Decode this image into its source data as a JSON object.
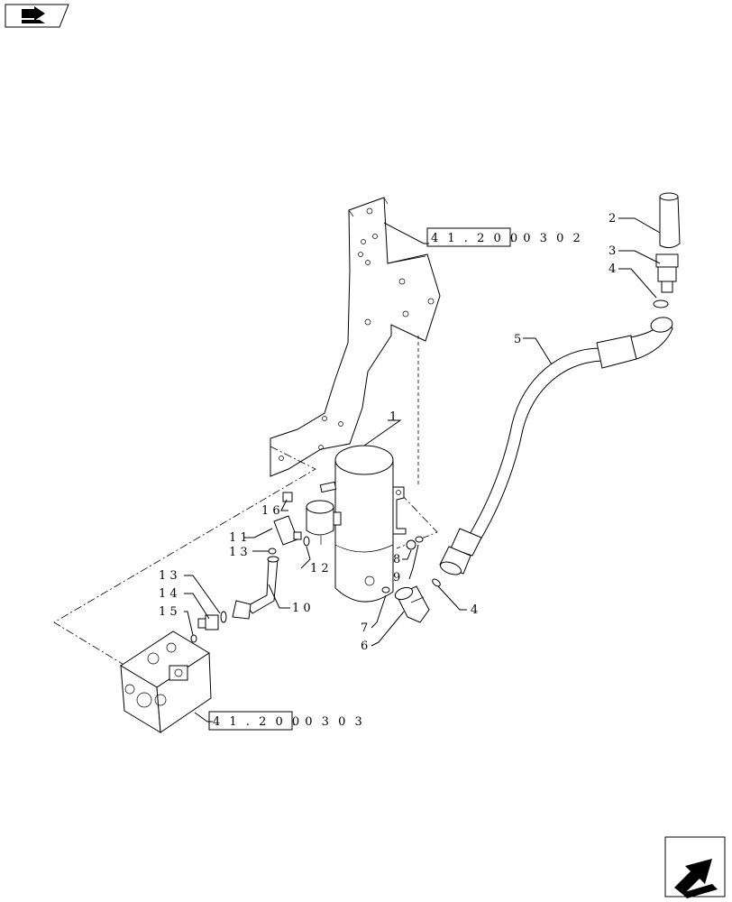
{
  "nav": {
    "prev_icon": "back-arrow-icon",
    "next_icon": "forward-arrow-icon"
  },
  "references": [
    {
      "box": "4 1 . 2 0 0",
      "suffix": ". 0 3   0 2"
    },
    {
      "box": "4 1 . 2 0 0",
      "suffix": ". 0 3   0 3"
    }
  ],
  "callouts": [
    "1",
    "2",
    "3",
    "4",
    "5",
    "1 1",
    "1 6",
    "1 3",
    "1 2",
    "1 0",
    "1 3",
    "1 4",
    "1 5",
    "8",
    "9",
    "7",
    "6",
    "4"
  ]
}
